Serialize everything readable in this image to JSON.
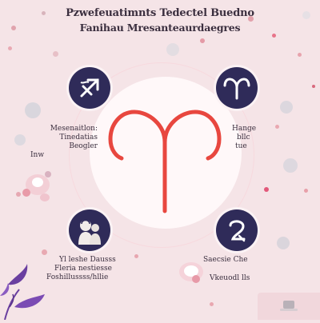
{
  "title": {
    "line1": "Pzwefeuatimnts Tedectel Buedno",
    "line2": "Fanihau Mresanteaurdaegres"
  },
  "signs": [
    {
      "icon": "sagittarius-glyph-icon"
    },
    {
      "icon": "leo-glyph-icon"
    },
    {
      "icon": "person-portrait-icon"
    },
    {
      "icon": "number-two-glyph-icon"
    }
  ],
  "center_icon": "aries-glyph-icon",
  "labels": {
    "left_mid": [
      "Mesenaitlon:",
      "Tinedatias",
      "Beogler",
      "Inw"
    ],
    "right_mid": [
      "Hange",
      "bllc",
      "tue"
    ],
    "bottom_left": [
      "Yl leshe Dausss",
      "Fleria nestiesse",
      "Foshillussss/hllie"
    ],
    "bottom_right": [
      "Saecsie Che",
      "Vkeuodl lls"
    ]
  },
  "colors": {
    "background": "#f5e4e7",
    "sign_circle": "#2f2b59",
    "aries_red": "#e8473f",
    "accent_purple": "#6a3fa0"
  }
}
